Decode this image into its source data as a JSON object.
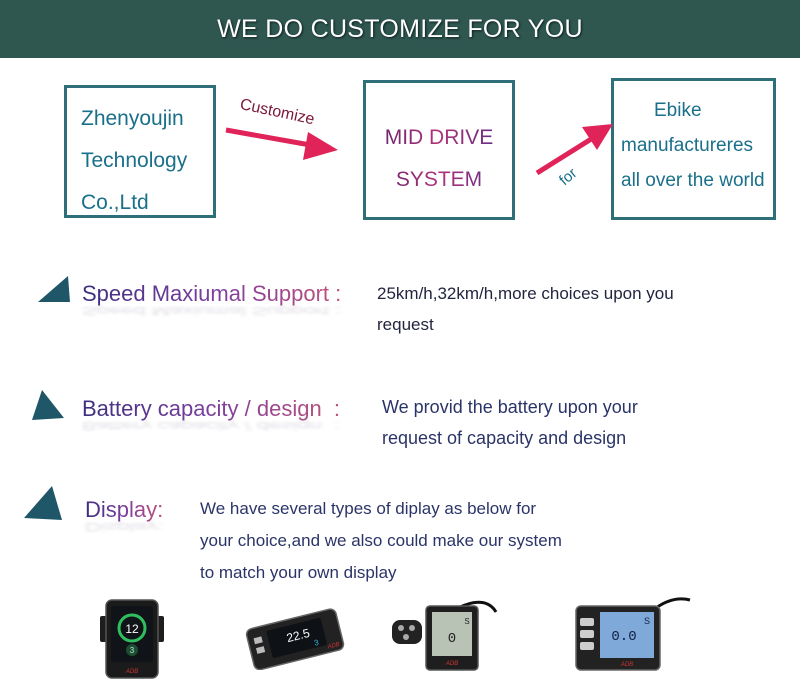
{
  "banner": {
    "title": "WE DO CUSTOMIZE FOR YOU"
  },
  "flow": {
    "company_lines": [
      "Zhenyoujin",
      "Technology",
      "Co.,Ltd"
    ],
    "customize_label": "Customize",
    "system_lines": [
      "MID DRIVE",
      "SYSTEM"
    ],
    "for_label": "for",
    "target_lines": [
      "Ebike",
      "manufactureres",
      "all over the world"
    ]
  },
  "features": {
    "speed": {
      "title": "Speed Maxiumal Support :",
      "lines": [
        "25km/h,32km/h,more choices upon you",
        "request"
      ]
    },
    "battery": {
      "title": "Battery capacity / design  :",
      "lines": [
        "We provid the battery  upon your",
        "request of capacity and design"
      ]
    },
    "display": {
      "title": "Display:",
      "lines": [
        "We have several types of diplay as below for",
        "your choice,and we also could make our system",
        "to match your own display"
      ]
    }
  },
  "displays": {
    "display1": {
      "readout": "12",
      "gear": "3",
      "brand": "ADB"
    },
    "display2": {
      "readout": "22.5",
      "gear": "3",
      "brand": "ADB"
    },
    "display3": {
      "readout": "0",
      "mode": "S",
      "brand": "ADB"
    },
    "display4": {
      "readout": "0.0",
      "mode": "S",
      "brand": "ADB"
    }
  },
  "colors": {
    "banner": "#2f5750",
    "box_border": "#2f6f7a",
    "arrow": "#e0245a",
    "triangle": "#1f5668",
    "body_text": "#1a6f8a"
  }
}
